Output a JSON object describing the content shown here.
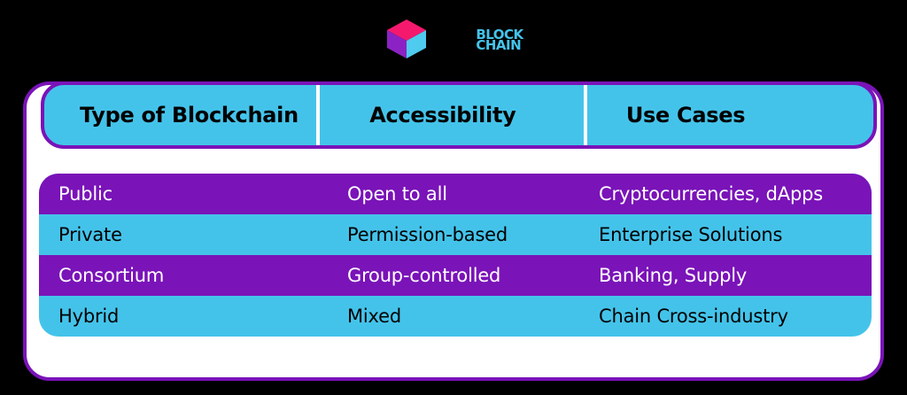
{
  "brand": {
    "cube_icon": "isometric-cube-icon",
    "cube_colors": {
      "top": "#f5196e",
      "left": "#8b23c4",
      "right": "#4ecbee"
    },
    "wordmark_line1": "BLOCK",
    "wordmark_line2": "CHAIN",
    "wordmark_color": "#44c3ea"
  },
  "table": {
    "columns": [
      "Type of Blockchain",
      "Accessibility",
      "Use Cases"
    ],
    "rows": [
      {
        "type": "Public",
        "accessibility": "Open to all",
        "use_cases": "Cryptocurrencies, dApps",
        "highlight": true
      },
      {
        "type": "Private",
        "accessibility": "Permission-based",
        "use_cases": "Enterprise Solutions",
        "highlight": false
      },
      {
        "type": "Consortium",
        "accessibility": "Group-controlled",
        "use_cases": "Banking, Supply",
        "highlight": true
      },
      {
        "type": "Hybrid",
        "accessibility": "Mixed",
        "use_cases": "Chain Cross-industry",
        "highlight": false
      }
    ]
  },
  "colors": {
    "cyan": "#44c3ea",
    "purple": "#7a13b8",
    "pink": "#f5196e",
    "white": "#ffffff",
    "black": "#000000",
    "background": "#000000"
  }
}
